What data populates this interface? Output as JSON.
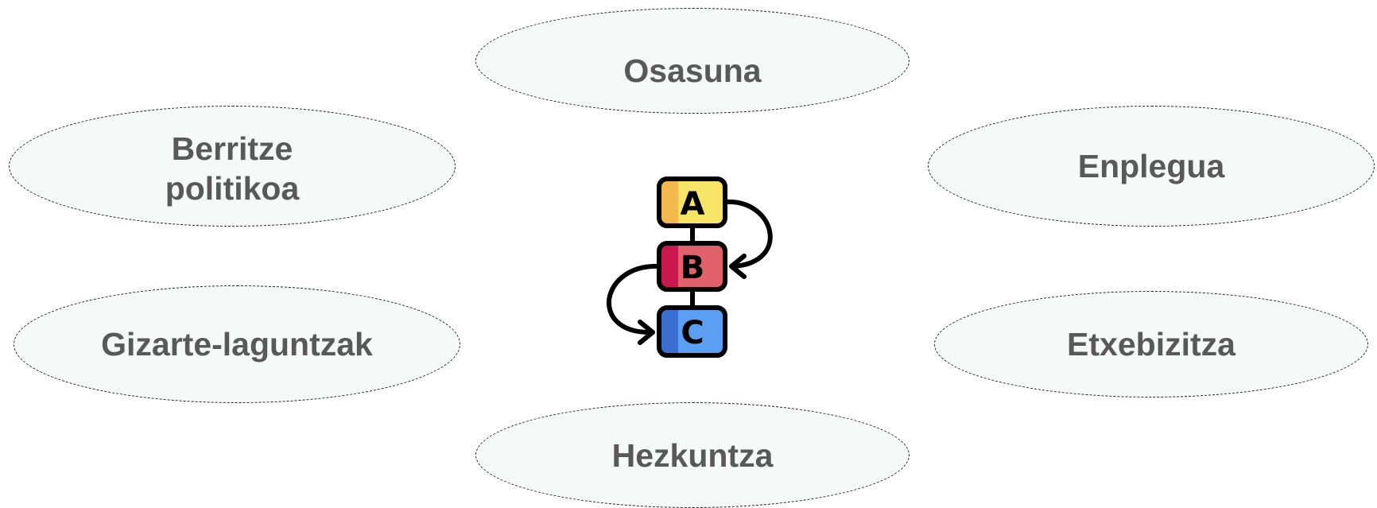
{
  "topics": {
    "osasuna": "Osasuna",
    "berritze": "Berritze\npolitikoa",
    "enplegua": "Enplegua",
    "gizarte": "Gizarte-laguntzak",
    "etxebizitza": "Etxebizitza",
    "hezkuntza": "Hezkuntza"
  },
  "center_icon": {
    "boxes": [
      {
        "letter": "A",
        "fill": "#f6e466",
        "shade": "#f3b94f"
      },
      {
        "letter": "B",
        "fill": "#e06169",
        "shade": "#c8184f"
      },
      {
        "letter": "C",
        "fill": "#5b9ff2",
        "shade": "#3a6fd2"
      }
    ],
    "outline": "#000000"
  },
  "colors": {
    "ellipse_fill": "#f5f9f7",
    "ellipse_border": "#222222",
    "label_text": "#595959"
  }
}
